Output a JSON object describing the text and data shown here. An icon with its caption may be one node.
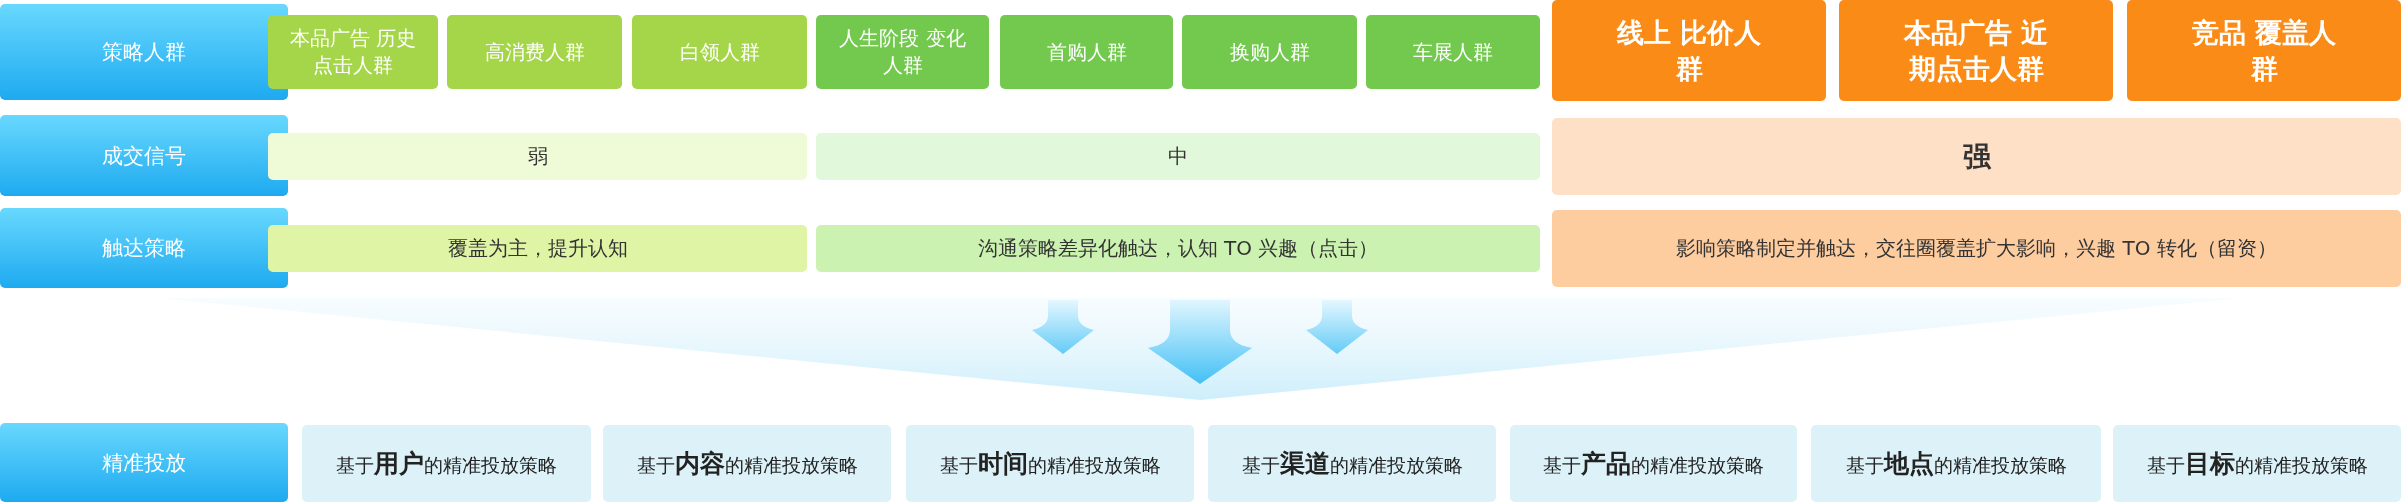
{
  "diagram": {
    "nodes": [
      {
        "text": [
          "策略人群"
        ]
      },
      {
        "text": [
          "本品广告 历史点击人群"
        ]
      },
      {
        "text": [
          "高消费人群"
        ]
      },
      {
        "text": [
          "白领人群"
        ]
      },
      {
        "text": [
          "人生阶段 变化人群"
        ]
      },
      {
        "text": [
          "首购人群"
        ]
      },
      {
        "text": [
          "换购人群"
        ]
      },
      {
        "text": [
          "车展人群"
        ]
      },
      {
        "text": [
          "线上 比价人群"
        ]
      },
      {
        "text": [
          "本品广告 近期点击人群"
        ]
      },
      {
        "text": [
          "竞品 覆盖人群"
        ]
      },
      {
        "text": [
          "成交信号"
        ]
      },
      {
        "text": [
          "弱"
        ]
      },
      {
        "text": [
          "中"
        ]
      },
      {
        "text": [
          "强"
        ]
      },
      {
        "text": [
          "触达策略"
        ]
      },
      {
        "text": [
          "覆盖为主，提升认知"
        ]
      },
      {
        "text": [
          "沟通策略差异化触达，认知 TO 兴趣（点击）"
        ]
      },
      {
        "text": [
          "影响策略制定并触达，交往圈覆盖扩大影响，兴趣 TO 转化（留资）"
        ]
      },
      {
        "text": [
          "精准投放"
        ]
      },
      {
        "text": [
          "基于**用户**的精准投放策略"
        ]
      },
      {
        "text": [
          "基于**内容**的精准投放策略"
        ]
      },
      {
        "text": [
          "基于**时间**的精准投放策略"
        ]
      },
      {
        "text": [
          "基于**渠道**的精准投放策略"
        ]
      },
      {
        "text": [
          "基于**产品**的精准投放策略"
        ]
      },
      {
        "text": [
          "基于**地点**的精准投放策略"
        ]
      },
      {
        "text": [
          "基于**目标**的精准投放策略"
        ]
      }
    ]
  }
}
